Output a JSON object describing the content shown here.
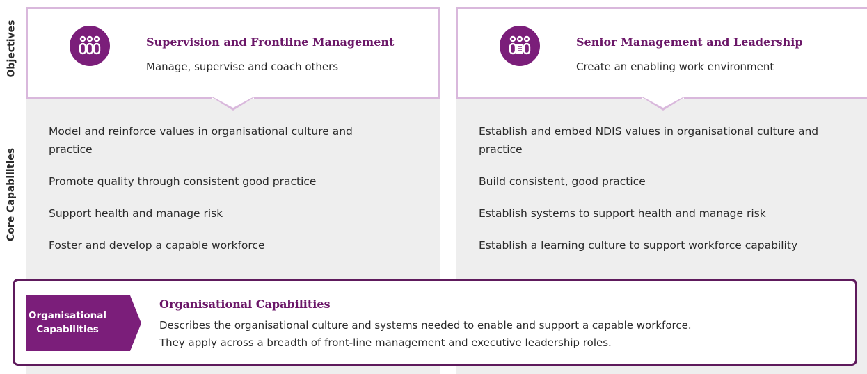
{
  "side_labels": {
    "objectives": "Objectives",
    "core": "Core Capabilities"
  },
  "columns": [
    {
      "icon": "people-group-icon",
      "title": "Supervision and Frontline Management",
      "subtitle": "Manage, supervise and coach others",
      "capabilities": [
        "Model and reinforce values in organisational culture and practice",
        "Promote quality through consistent good practice",
        "Support health and manage risk",
        "Foster and develop a capable workforce"
      ]
    },
    {
      "icon": "people-document-icon",
      "title": "Senior Management and Leadership",
      "subtitle": "Create an enabling work environment",
      "capabilities": [
        "Establish and embed NDIS values in organisational culture and practice",
        "Build consistent, good practice",
        "Establish systems to support health and manage risk",
        "Establish a learning culture to support workforce capability"
      ]
    }
  ],
  "org": {
    "tab_label": "Organisational Capabilities",
    "title": "Organisational Capabilities",
    "desc_line1": "Describes the organisational culture and systems needed to enable and support a capable workforce.",
    "desc_line2": "They apply across a breadth of front-line management and executive leadership roles."
  },
  "colors": {
    "brand_purple": "#7b1e7a",
    "title_purple": "#6b1768",
    "border_lilac": "#d9b8dc",
    "panel_grey": "#eeeeee"
  }
}
